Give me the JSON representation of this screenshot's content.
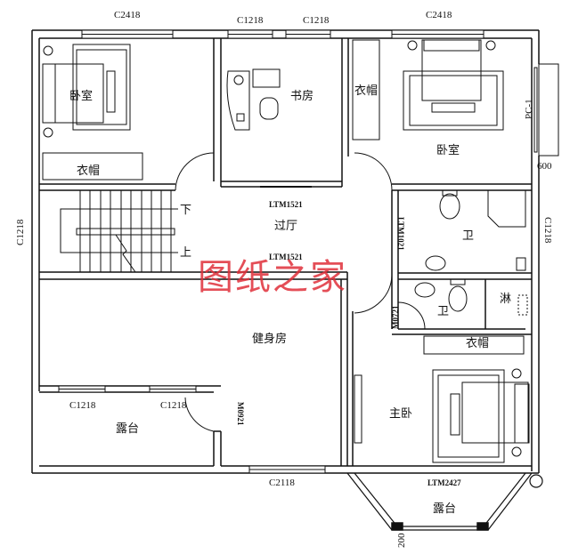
{
  "watermark": "图纸之家",
  "window_labels": {
    "top_left": "C2418",
    "top_study_left": "C1218",
    "top_study_right": "C1218",
    "top_right": "C2418",
    "left_stair": "C1218",
    "right_bath": "C1218",
    "terrace_left": "C1218",
    "terrace_right": "C1218",
    "bottom_gym": "C2118",
    "bay_window": "PC-1"
  },
  "door_labels": {
    "hall_top": "LTM1521",
    "hall_bottom": "LTM1521",
    "bath_upper": "LTM1021",
    "bath_lower": "M0721",
    "terrace_door": "M0921",
    "master_balcony": "LTM2427"
  },
  "dimensions": {
    "bay_depth": "600",
    "balcony_window": "200"
  },
  "rooms": {
    "bedroom_left": "卧室",
    "closet_left": "衣帽",
    "study": "书房",
    "closet_right": "衣帽",
    "bedroom_right": "卧室",
    "hall": "过厅",
    "stair_down": "下",
    "stair_up": "上",
    "bath_upper": "卫",
    "bath_lower": "卫",
    "shower": "淋",
    "gym": "健身房",
    "terrace_left": "露台",
    "closet_master": "衣帽",
    "master_bedroom": "主卧",
    "balcony": "露台"
  }
}
